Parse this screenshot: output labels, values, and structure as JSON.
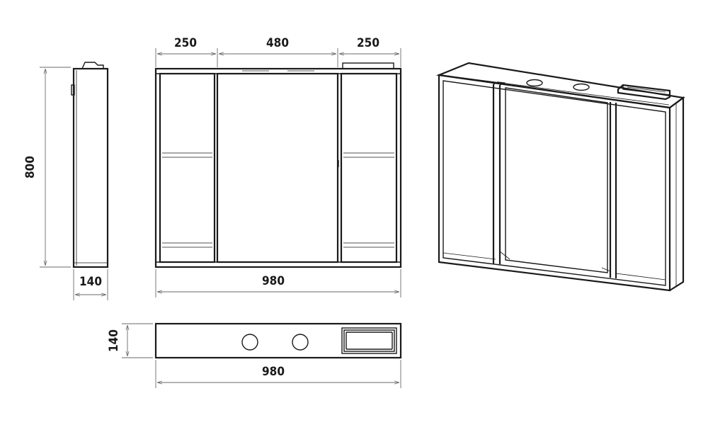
{
  "drawing": {
    "dimensions": {
      "front_left_section": "250",
      "front_middle_section": "480",
      "front_right_section": "250",
      "front_total_width": "980",
      "side_height": "800",
      "side_depth": "140",
      "top_depth": "140",
      "top_total_width": "980"
    }
  }
}
